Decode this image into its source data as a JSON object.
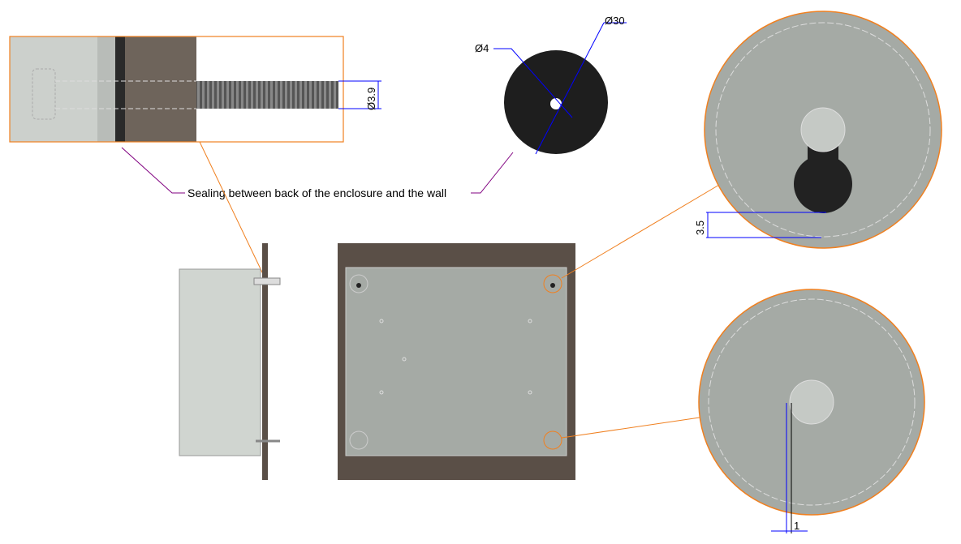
{
  "annotations": {
    "sealing_label": "Sealing between back of the enclosure and the wall",
    "screw_diameter": "Ø3.9",
    "gasket_hole_diameter": "Ø4",
    "gasket_outer_diameter": "Ø30",
    "keyhole_offset": "3.5",
    "screw_offset": "1"
  },
  "colors": {
    "callout": "#f08020",
    "dimension": "#0000ff",
    "leader": "#800080",
    "wall": "#5a4f47",
    "enclosure": "#a5aaa5"
  }
}
